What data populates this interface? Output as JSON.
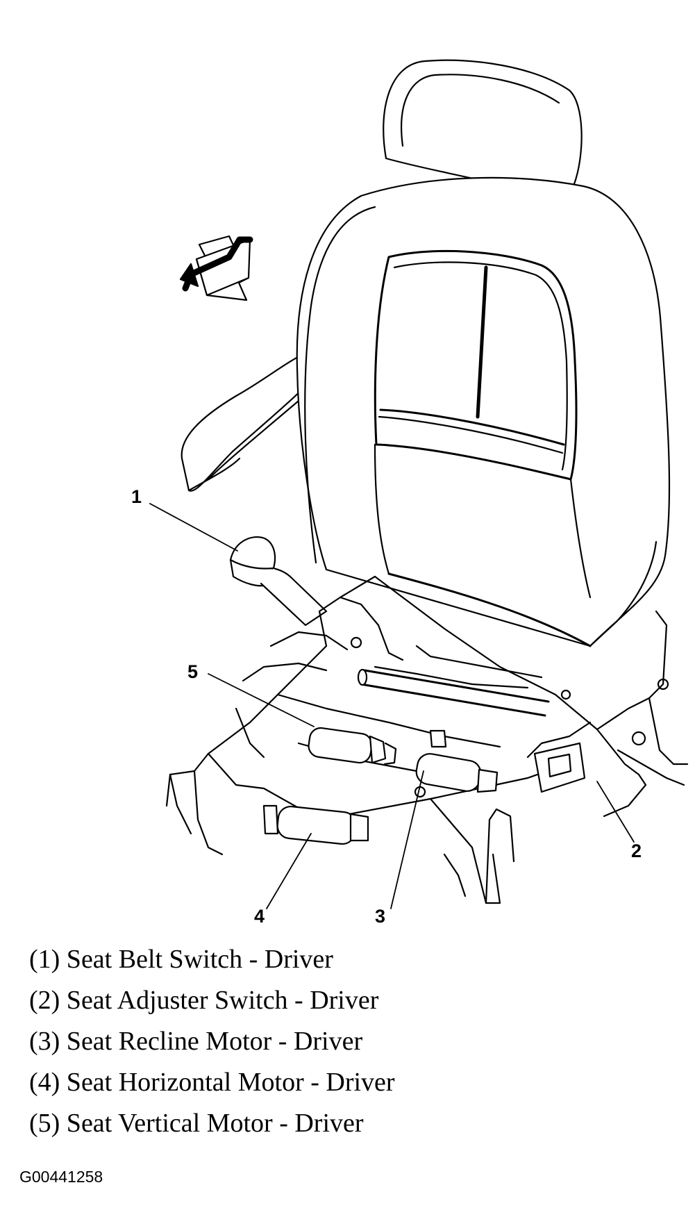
{
  "callouts": {
    "c1": "1",
    "c2": "2",
    "c3": "3",
    "c4": "4",
    "c5": "5"
  },
  "legend": [
    "(1) Seat Belt Switch - Driver",
    "(2) Seat Adjuster Switch - Driver",
    "(3) Seat Recline Motor - Driver",
    "(4) Seat Horizontal Motor - Driver",
    "(5) Seat Vertical Motor - Driver"
  ],
  "figure_code": "G00441258",
  "colors": {
    "ink": "#000000",
    "paper": "#ffffff"
  }
}
